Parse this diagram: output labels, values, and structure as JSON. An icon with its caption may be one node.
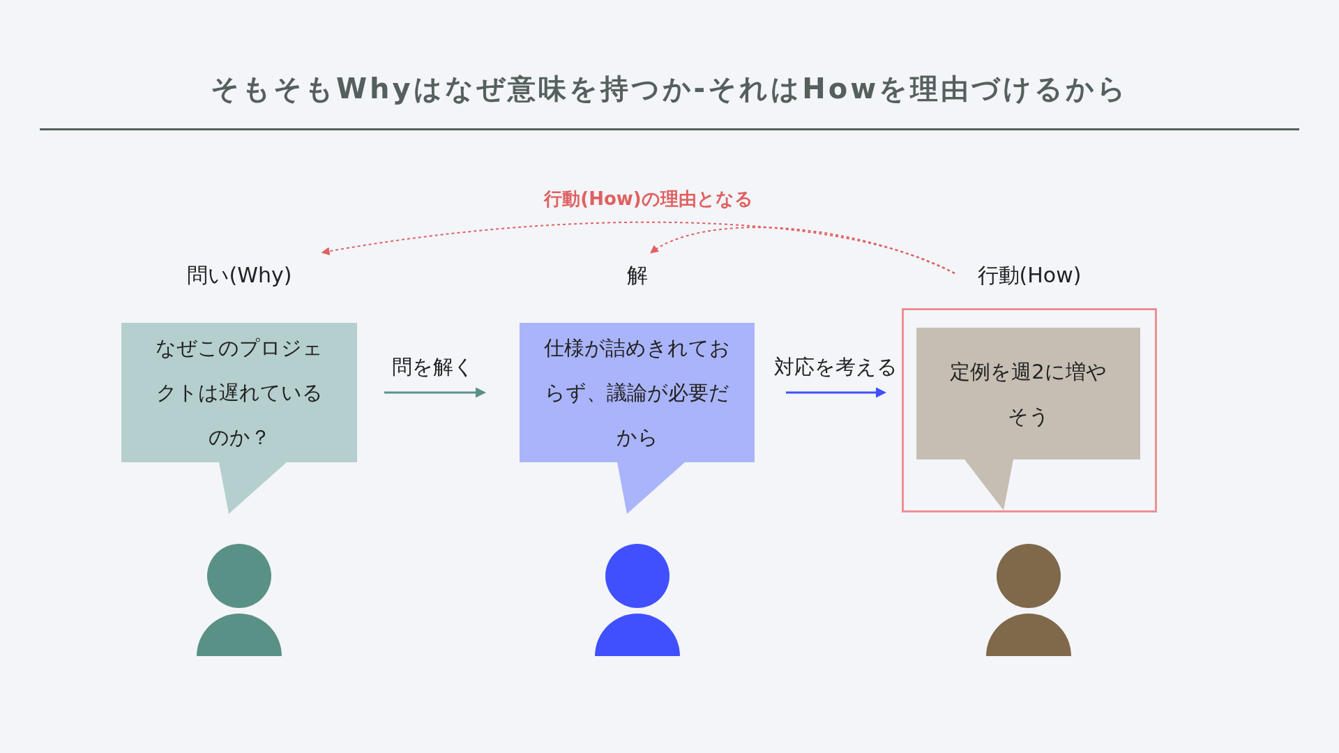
{
  "diagram": {
    "title": "そもそもWhyはなぜ意味を持つか-それはHowを理由づけるから",
    "nodes": [
      {
        "text": [
          "問い(Why)",
          "なぜこのプロジェクトは遅れているのか？"
        ]
      },
      {
        "text": [
          "解",
          "仕様が詰めきれておらず、議論が必要だから"
        ]
      },
      {
        "text": [
          "行動(How)",
          "定例を週2に増やそう"
        ]
      },
      {
        "text": [],
        "shape": "person"
      },
      {
        "text": [],
        "shape": "person"
      },
      {
        "text": [],
        "shape": "person"
      }
    ],
    "edges": [
      {
        "from": 0,
        "to": 1,
        "arrow": "to",
        "label": "問を解く",
        "color": "#5a9187"
      },
      {
        "from": 1,
        "to": 2,
        "arrow": "to",
        "label": "対応を考える",
        "color": "#4050ff"
      },
      {
        "from": 2,
        "to": 0,
        "arrow": "to",
        "style": "dashed",
        "color": "#e06060",
        "label": "行動(How)の理由となる"
      },
      {
        "from": 2,
        "to": 1,
        "arrow": "to",
        "style": "dashed",
        "color": "#e06060"
      }
    ]
  }
}
